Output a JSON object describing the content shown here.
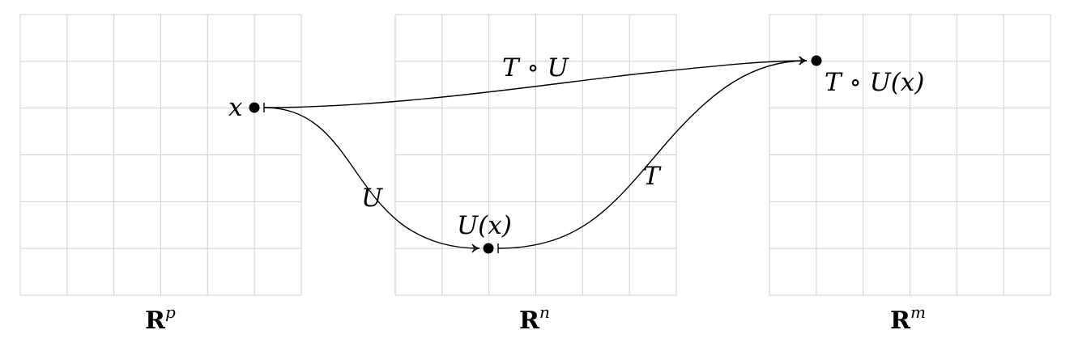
{
  "spaces": [
    {
      "name": "R",
      "exponent": "p"
    },
    {
      "name": "R",
      "exponent": "n"
    },
    {
      "name": "R",
      "exponent": "m"
    }
  ],
  "points": {
    "x": "x",
    "ux": "U(x)",
    "tux": "T ∘ U(x)"
  },
  "maps": {
    "u": "U",
    "t": "T",
    "composite": "T ∘ U"
  }
}
